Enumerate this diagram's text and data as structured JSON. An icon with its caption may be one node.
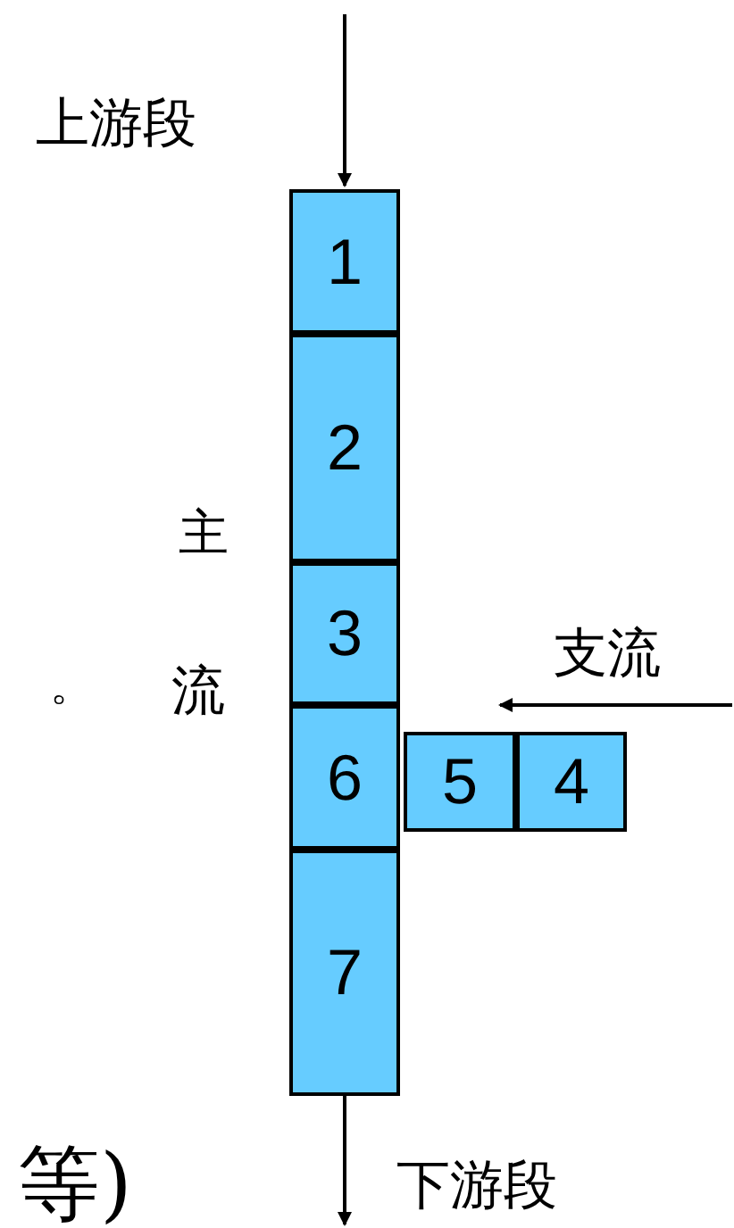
{
  "diagram": {
    "nodes": [
      {
        "text": [
          "1"
        ]
      },
      {
        "text": [
          "2"
        ]
      },
      {
        "text": [
          "3"
        ]
      },
      {
        "text": [
          "6"
        ]
      },
      {
        "text": [
          "5"
        ]
      },
      {
        "text": [
          "4"
        ]
      },
      {
        "text": [
          "7"
        ]
      }
    ],
    "edges": [
      {
        "from": null,
        "to": 0,
        "arrow": "to"
      },
      {
        "from": 6,
        "to": null,
        "arrow": "to"
      }
    ],
    "labels": [
      "上游段",
      "主",
      "。",
      "流",
      "支流",
      "下游段",
      "等)"
    ]
  }
}
